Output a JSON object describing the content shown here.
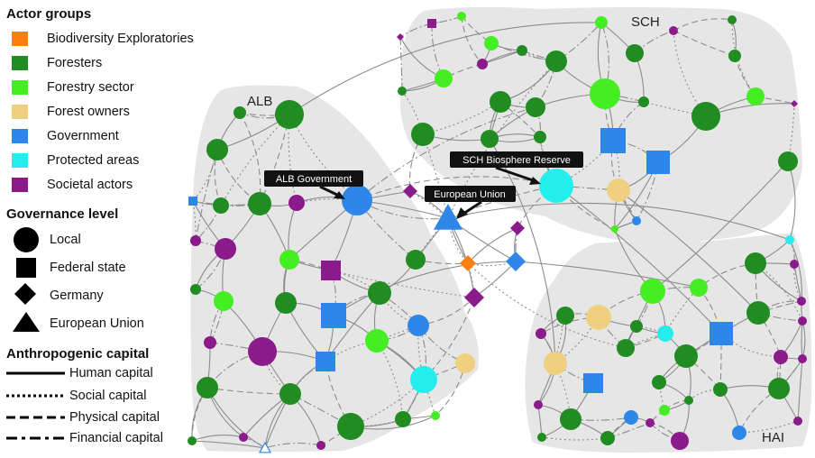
{
  "legend": {
    "actor_groups": {
      "title": "Actor groups",
      "items": [
        {
          "label": "Biodiversity Exploratories",
          "color": "#ff7f0e"
        },
        {
          "label": "Foresters",
          "color": "#218c21"
        },
        {
          "label": "Forestry sector",
          "color": "#44ee22"
        },
        {
          "label": "Forest owners",
          "color": "#eed080"
        },
        {
          "label": "Government",
          "color": "#2e86e8"
        },
        {
          "label": "Protected areas",
          "color": "#22eeee"
        },
        {
          "label": "Societal actors",
          "color": "#8b1a8b"
        }
      ]
    },
    "governance_level": {
      "title": "Governance level",
      "items": [
        {
          "label": "Local",
          "shape": "circle"
        },
        {
          "label": "Federal state",
          "shape": "square"
        },
        {
          "label": "Germany",
          "shape": "diamond"
        },
        {
          "label": "European Union",
          "shape": "triangle"
        }
      ]
    },
    "anthropogenic_capital": {
      "title": "Anthropogenic capital",
      "items": [
        {
          "label": "Human capital",
          "line": "solid"
        },
        {
          "label": "Social capital",
          "line": "dotted"
        },
        {
          "label": "Physical capital",
          "line": "dashed"
        },
        {
          "label": "Financial capital",
          "line": "dash-dot"
        }
      ]
    }
  },
  "regions": {
    "alb": "ALB",
    "sch": "SCH",
    "hai": "HAI"
  },
  "callouts": {
    "alb_government": "ALB Government",
    "sch_biosphere_reserve": "SCH Biosphere Reserve",
    "european_union": "European Union"
  },
  "colors": {
    "region_fill": "#e6e6e6",
    "edge": "#8c8c8c",
    "callout_bg": "#111111"
  }
}
